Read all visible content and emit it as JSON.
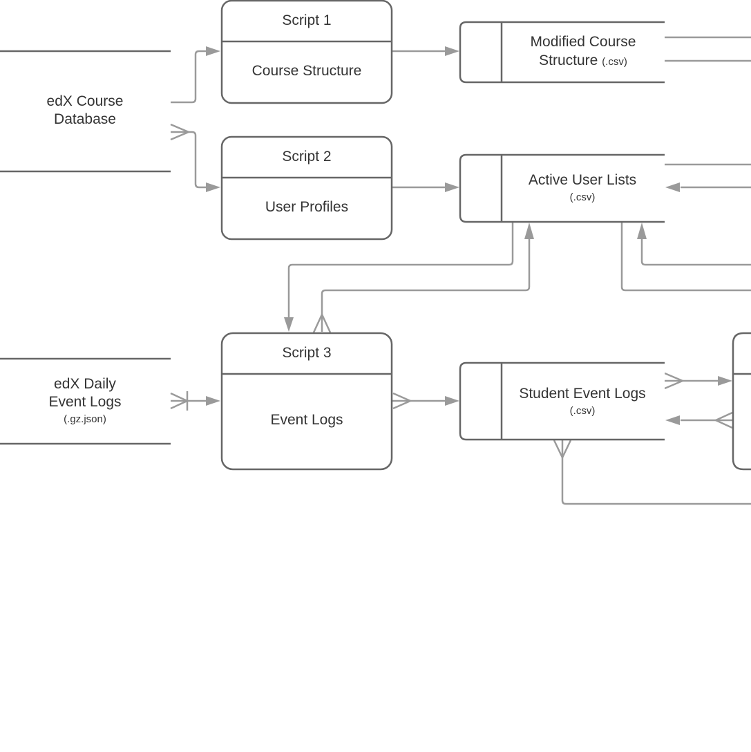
{
  "sources": {
    "course_db": {
      "line1": "edX Course",
      "line2": "Database"
    },
    "event_logs": {
      "line1": "edX Daily",
      "line2": "Event Logs",
      "sub": "(.gz.json)"
    }
  },
  "scripts": [
    {
      "title": "Script 1",
      "body": "Course Structure"
    },
    {
      "title": "Script 2",
      "body": "User Profiles"
    },
    {
      "title": "Script 3",
      "body": "Event Logs"
    }
  ],
  "stores": {
    "modified_course": {
      "line1": "Modified Course",
      "line2_main": "Structure",
      "line2_ext": "(.csv)"
    },
    "active_users": {
      "line1": "Active User Lists",
      "sub": "(.csv)"
    },
    "student_events": {
      "line1": "Student Event Logs",
      "sub": "(.csv)"
    }
  },
  "colors": {
    "box_stroke": "#666666",
    "connector": "#9a9a9a",
    "text": "#333333"
  }
}
